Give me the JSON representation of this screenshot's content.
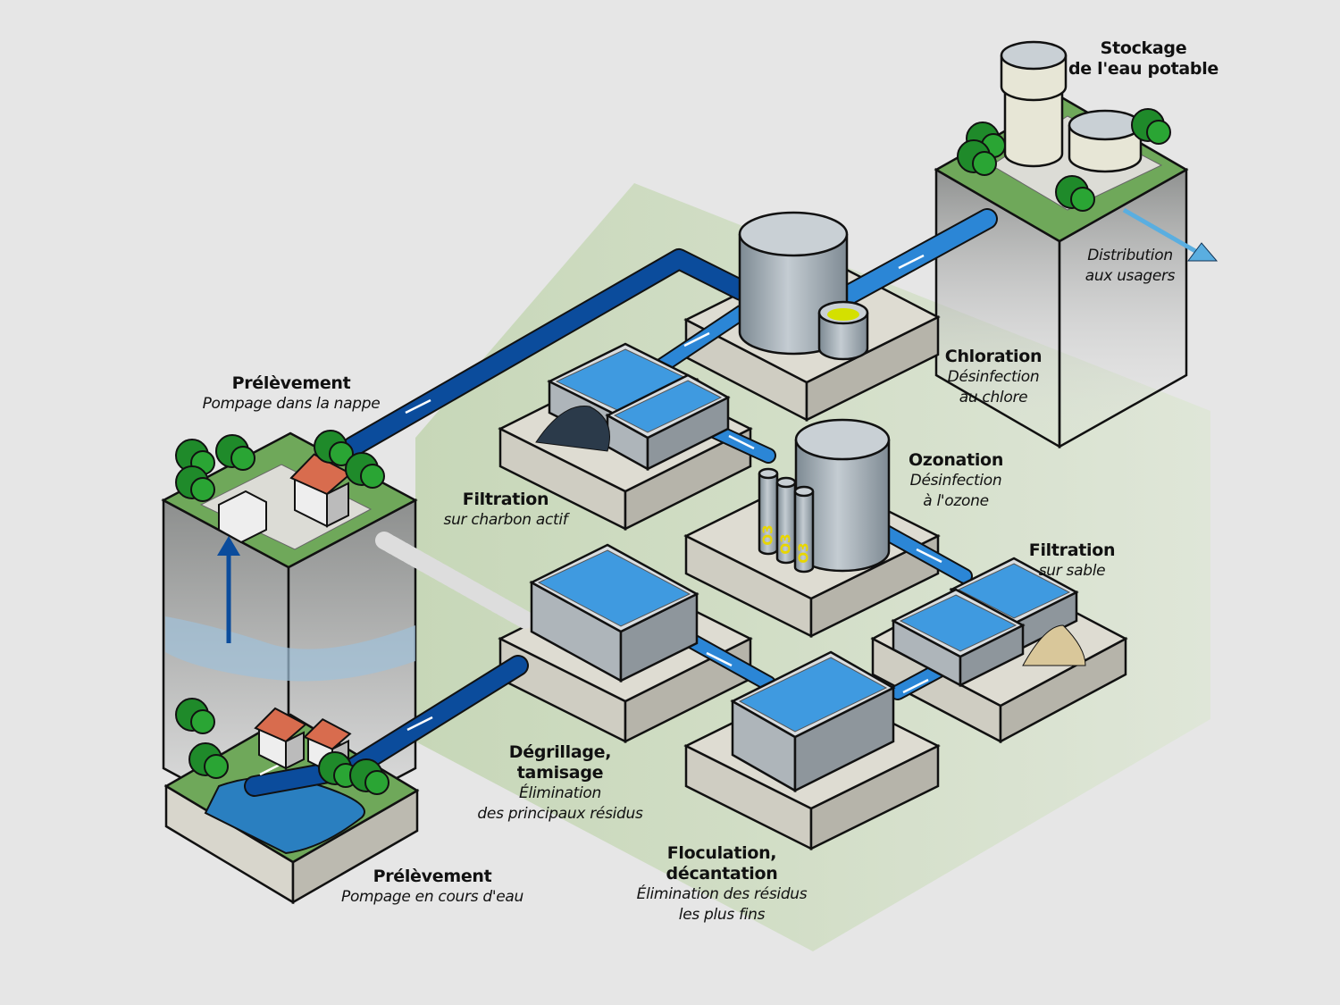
{
  "colors": {
    "background": "#e6e6e6",
    "zone": "#cfdcc2",
    "pipe_dark": "#0b4c9c",
    "pipe_light": "#2b86d6",
    "water": "#3f9ae0",
    "grass": "#6fa85a",
    "tree": "#1f8a2a",
    "concrete": "#d8d6cc",
    "arrow_distribution": "#5aaee0"
  },
  "labels": {
    "stockage": {
      "title": "Stockage",
      "title2": "de l'eau potable"
    },
    "distribution": {
      "sub": "Distribution",
      "sub2": "aux usagers"
    },
    "chloration": {
      "title": "Chloration",
      "sub": "Désinfection",
      "sub2": "au chlore"
    },
    "ozonation": {
      "title": "Ozonation",
      "sub": "Désinfection",
      "sub2": "à l'ozone"
    },
    "filtration_sable": {
      "title": "Filtration",
      "sub": "sur sable"
    },
    "filtration_charbon": {
      "title": "Filtration",
      "sub": "sur charbon actif"
    },
    "prelevement_nappe": {
      "title": "Prélèvement",
      "sub": "Pompage dans la nappe"
    },
    "degrillage": {
      "title": "Dégrillage,",
      "title2": "tamisage",
      "sub": "Élimination",
      "sub2": "des principaux résidus"
    },
    "floculation": {
      "title": "Floculation,",
      "title2": "décantation",
      "sub": "Élimination des résidus",
      "sub2": "les plus fins"
    },
    "prelevement_cours": {
      "title": "Prélèvement",
      "sub": "Pompage en cours d'eau"
    }
  },
  "ozone_tanks": [
    "O3",
    "O3",
    "O3"
  ],
  "icons": [
    "flow-arrow-icon",
    "tree-icon",
    "house-icon",
    "water-tower-icon",
    "tank-icon"
  ]
}
